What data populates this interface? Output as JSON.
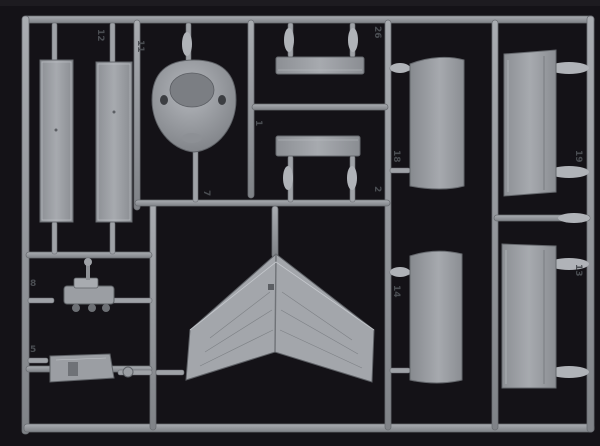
{
  "photo": {
    "background_color": "#141217",
    "plastic_color": "#9a9da2",
    "part_numbers": [
      {
        "id": "p12",
        "text": "12"
      },
      {
        "id": "p11",
        "text": "11"
      },
      {
        "id": "p7",
        "text": "7"
      },
      {
        "id": "p26",
        "text": "26"
      },
      {
        "id": "p2",
        "text": "2"
      },
      {
        "id": "p1",
        "text": "1"
      },
      {
        "id": "p19",
        "text": "19"
      },
      {
        "id": "p18",
        "text": "18"
      },
      {
        "id": "p14",
        "text": "14"
      },
      {
        "id": "p13",
        "text": "13"
      },
      {
        "id": "p8",
        "text": "8"
      },
      {
        "id": "p5",
        "text": "5"
      }
    ]
  }
}
